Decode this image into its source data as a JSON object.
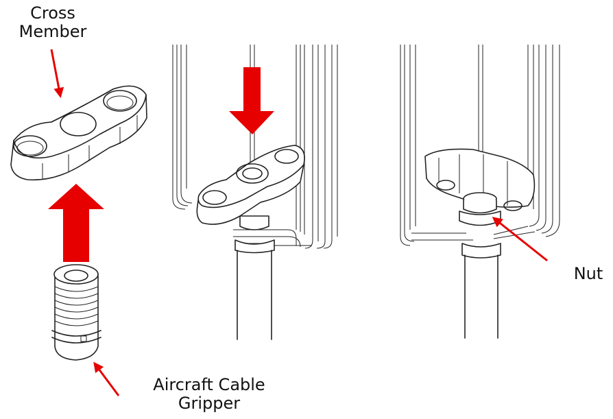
{
  "labels": {
    "cross_member_line1": "Cross",
    "cross_member_line2": "Member",
    "nut": "Nut",
    "gripper_line1": "Aircraft Cable",
    "gripper_line2": "Gripper"
  },
  "icons": [
    "cross-member-part",
    "cable-gripper-part",
    "insert-arrow",
    "callout-arrow"
  ],
  "colors": {
    "arrow": "#e60000",
    "outline": "#222222"
  }
}
